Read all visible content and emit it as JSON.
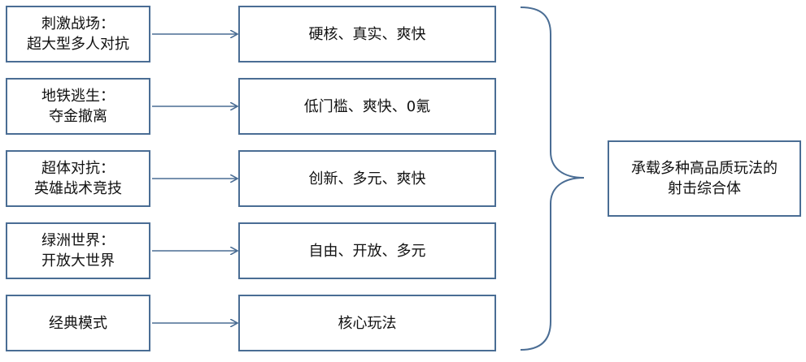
{
  "rows": [
    {
      "source": [
        "刺激战场：",
        "超大型多人对抗"
      ],
      "feature": "硬核、真实、爽快"
    },
    {
      "source": [
        "地铁逃生：",
        "夺金撤离"
      ],
      "feature": "低门槛、爽快、0氪"
    },
    {
      "source": [
        "超体对抗：",
        "英雄战术竞技"
      ],
      "feature": "创新、多元、爽快"
    },
    {
      "source": [
        "绿洲世界：",
        "开放大世界"
      ],
      "feature": "自由、开放、多元"
    },
    {
      "source": [
        "经典模式"
      ],
      "feature": "核心玩法"
    }
  ],
  "result": [
    "承载多种高品质玩法的",
    "射击综合体"
  ],
  "colors": {
    "border": "#4a6d94",
    "connector": "#4a6d94"
  }
}
